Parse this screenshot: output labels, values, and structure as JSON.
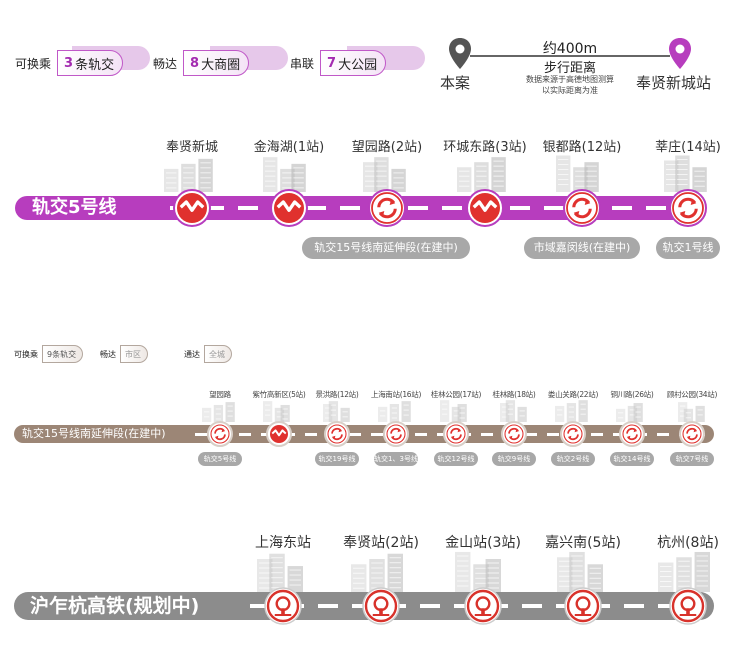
{
  "top_chips": [
    {
      "key": "可换乘",
      "num": "3",
      "rest": "条轨交"
    },
    {
      "key": "畅达",
      "num": "8",
      "rest": "大商圈"
    },
    {
      "key": "串联",
      "num": "7",
      "rest": "大公园"
    }
  ],
  "distance": {
    "from": "本案",
    "to": "奉贤新城站",
    "value": "约400m",
    "mode": "步行距离",
    "note1": "数据来源于高德地图测算",
    "note2": "以实际距离为准"
  },
  "line5": {
    "name": "轨交5号线",
    "color": "#b73dbe",
    "stations": [
      {
        "name": "奉贤新城",
        "icon": "metro"
      },
      {
        "name": "金海湖(1站)",
        "icon": "metro"
      },
      {
        "name": "望园路(2站)",
        "icon": "transfer"
      },
      {
        "name": "环城东路(3站)",
        "icon": "metro"
      },
      {
        "name": "银都路(12站)",
        "icon": "transfer"
      },
      {
        "name": "莘庄(14站)",
        "icon": "transfer"
      }
    ],
    "tags": [
      "轨交15号线南延伸段(在建中)",
      "市域嘉闵线(在建中)",
      "轨交1号线"
    ]
  },
  "small_chips": [
    {
      "key": "可换乘",
      "value": "9条轨交"
    },
    {
      "key": "畅达",
      "value": "市区"
    },
    {
      "key": "通达",
      "value": "全城"
    }
  ],
  "line15": {
    "name": "轨交15号线南延伸段(在建中)",
    "color": "#9c8676",
    "stations": [
      {
        "name": "望园路",
        "icon": "transfer",
        "tag": "轨交5号线"
      },
      {
        "name": "紫竹高新区(5站)",
        "icon": "metro",
        "tag": ""
      },
      {
        "name": "景洪路(12站)",
        "icon": "transfer",
        "tag": "轨交19号线"
      },
      {
        "name": "上海南站(16站)",
        "icon": "transfer",
        "tag": "轨交1、3号线"
      },
      {
        "name": "桂林公园(17站)",
        "icon": "transfer",
        "tag": "轨交12号线"
      },
      {
        "name": "桂林路(18站)",
        "icon": "transfer",
        "tag": "轨交9号线"
      },
      {
        "name": "娄山关路(22站)",
        "icon": "transfer",
        "tag": "轨交2号线"
      },
      {
        "name": "铜川路(26站)",
        "icon": "transfer",
        "tag": "轨交14号线"
      },
      {
        "name": "顾村公园(34站)",
        "icon": "transfer",
        "tag": "轨交7号线"
      }
    ]
  },
  "hsr": {
    "name": "沪乍杭高铁(规划中)",
    "color": "#8c8c8c",
    "stations": [
      {
        "name": "上海东站"
      },
      {
        "name": "奉贤站(2站)"
      },
      {
        "name": "金山站(3站)"
      },
      {
        "name": "嘉兴南(5站)"
      },
      {
        "name": "杭州(8站)"
      }
    ]
  },
  "colors": {
    "metro_red": "#e0312e",
    "purple": "#b73dbe",
    "brown": "#9c8676",
    "gray": "#8c8c8c"
  }
}
